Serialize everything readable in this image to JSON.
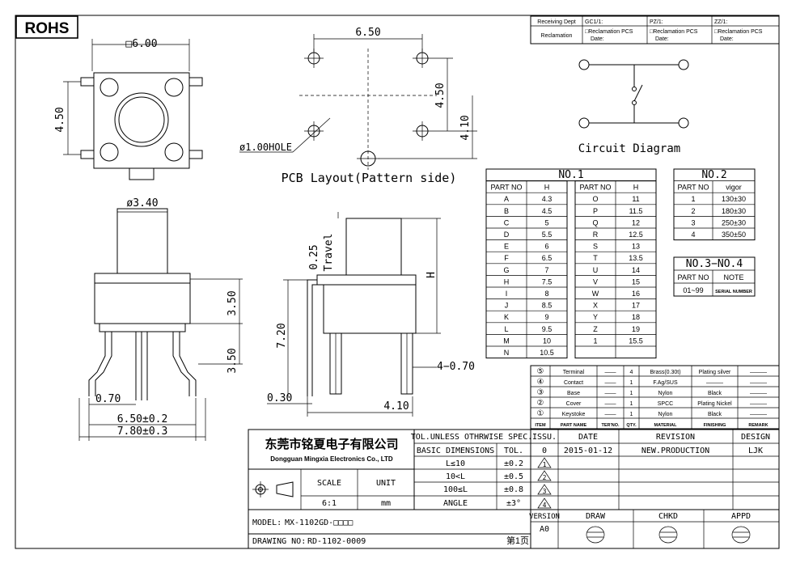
{
  "rohs": "ROHS",
  "dims": {
    "square": "□6.00",
    "h450_left": "4.50",
    "pcb_w": "6.50",
    "pcb_h450": "4.50",
    "pcb_h410": "4.10",
    "hole": "ø1.00HOLE",
    "pcb_caption": "PCB Layout(Pattern side)",
    "d340": "ø3.40",
    "d350a": "3.50",
    "d350b": "3.50",
    "d070": "0.70",
    "d650": "6.50±0.2",
    "d780": "7.80±0.3",
    "travel": "Travel",
    "d025": "0.25",
    "dH": "H",
    "d720": "7.20",
    "d070b": "4−0.70",
    "d030": "0.30",
    "d410": "4.10"
  },
  "circuit_caption": "Circuit Diagram",
  "receiving": {
    "r1": [
      "Receiving Dept",
      "GC1/1:",
      "PZ/1:",
      "ZZ/1:"
    ],
    "r2_label": "Reclamation",
    "r2_cell_a": "□Reclamation  PCS",
    "r2_cell_b": "Date:"
  },
  "no1": {
    "title": "NO.1",
    "headers": [
      "PART NO",
      "H",
      "PART NO",
      "H"
    ],
    "left": [
      [
        "A",
        "4.3"
      ],
      [
        "B",
        "4.5"
      ],
      [
        "C",
        "5"
      ],
      [
        "D",
        "5.5"
      ],
      [
        "E",
        "6"
      ],
      [
        "F",
        "6.5"
      ],
      [
        "G",
        "7"
      ],
      [
        "H",
        "7.5"
      ],
      [
        "I",
        "8"
      ],
      [
        "J",
        "8.5"
      ],
      [
        "K",
        "9"
      ],
      [
        "L",
        "9.5"
      ],
      [
        "M",
        "10"
      ],
      [
        "N",
        "10.5"
      ]
    ],
    "right": [
      [
        "O",
        "11"
      ],
      [
        "P",
        "11.5"
      ],
      [
        "Q",
        "12"
      ],
      [
        "R",
        "12.5"
      ],
      [
        "S",
        "13"
      ],
      [
        "T",
        "13.5"
      ],
      [
        "U",
        "14"
      ],
      [
        "V",
        "15"
      ],
      [
        "W",
        "16"
      ],
      [
        "X",
        "17"
      ],
      [
        "Y",
        "18"
      ],
      [
        "Z",
        "19"
      ],
      [
        "1",
        "15.5"
      ]
    ]
  },
  "no2": {
    "title": "NO.2",
    "headers": [
      "PART NO",
      "vigor"
    ],
    "rows": [
      [
        "1",
        "130±30"
      ],
      [
        "2",
        "180±30"
      ],
      [
        "3",
        "250±30"
      ],
      [
        "4",
        "350±50"
      ]
    ]
  },
  "no34": {
    "title": "NO.3−NO.4",
    "headers": [
      "PART NO",
      "NOTE"
    ],
    "row": [
      "01~99",
      "SERIAL NUMBER"
    ]
  },
  "bom": {
    "rows": [
      [
        "⑤",
        "Terminal",
        "——",
        "4",
        "Brass(0.30t)",
        "Plating silver",
        "———"
      ],
      [
        "④",
        "Contact",
        "——",
        "1",
        "F.Ag/SUS",
        "———",
        "———"
      ],
      [
        "③",
        "Base",
        "——",
        "1",
        "Nylon",
        "Black",
        "———"
      ],
      [
        "②",
        "Cover",
        "——",
        "1",
        "SPCC",
        "Plating Nickel",
        "———"
      ],
      [
        "①",
        "Keystoke",
        "——",
        "1",
        "Nylon",
        "Black",
        "———"
      ]
    ],
    "headers": [
      "ITEM",
      "PART NAME",
      "TER'NO.",
      "QTY.",
      "MATERIAL",
      "FINISHING",
      "REMARK"
    ]
  },
  "title": {
    "company_cn": "东莞市铭夏电子有限公司",
    "company_en": "Dongguan Mingxia Electronics Co., LTD",
    "tol_header": "TOL.UNLESS OTHRWISE SPEC.",
    "basic": "BASIC DIMENSIONS",
    "tol": "TOL.",
    "tol_rows": [
      [
        "L≤10",
        "±0.2"
      ],
      [
        "10<L",
        "±0.5"
      ],
      [
        "100≤L",
        "±0.8"
      ],
      [
        "ANGLE",
        "±3°"
      ]
    ],
    "issu": "ISSU.",
    "date_h": "DATE",
    "rev_h": "REVISION",
    "design_h": "DESIGN",
    "issu_v": "0",
    "date_v": "2015-01-12",
    "rev_v": "NEW.PRODUCTION",
    "design_v": "LJK",
    "tri": [
      "1",
      "2",
      "3",
      "4"
    ],
    "scale_h": "SCALE",
    "unit_h": "UNIT",
    "scale_v": "6:1",
    "unit_v": "mm",
    "version": "VERSION",
    "version_v": "A0",
    "draw": "DRAW",
    "chkd": "CHKD",
    "appd": "APPD",
    "model_label": "MODEL:",
    "model_v": "MX-1102GD-□□□□",
    "drawing_label": "DRAWING NO:",
    "drawing_v": "RD-1102-0009",
    "page": "第1页"
  }
}
